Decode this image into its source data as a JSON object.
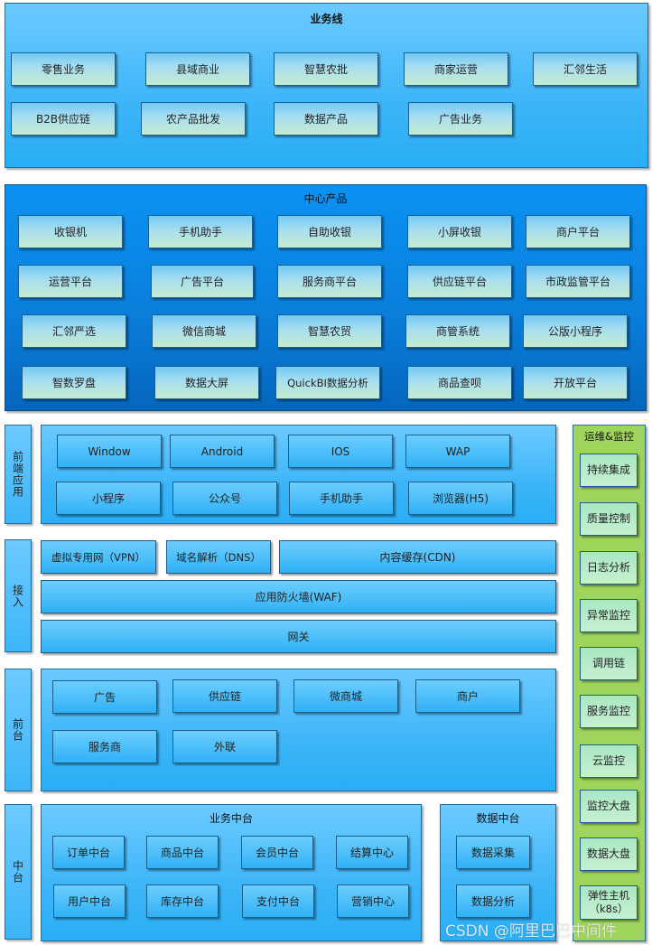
{
  "business_line": {
    "title": "业务线",
    "items": [
      "零售业务",
      "县域商业",
      "智慧农批",
      "商家运营",
      "汇邻生活",
      "B2B供应链",
      "农产品批发",
      "数据产品",
      "广告业务"
    ]
  },
  "center_products": {
    "title": "中心产品",
    "items": [
      "收银机",
      "手机助手",
      "自助收银",
      "小屏收银",
      "商户平台",
      "运营平台",
      "广告平台",
      "服务商平台",
      "供应链平台",
      "市政监管平台",
      "汇邻严选",
      "微信商城",
      "智慧农贸",
      "商管系统",
      "公版小程序",
      "智数罗盘",
      "数据大屏",
      "QuickBI数据分析",
      "商品查呗",
      "开放平台"
    ]
  },
  "frontend_apps": {
    "label": "前端应用",
    "items": [
      "Window",
      "Android",
      "IOS",
      "WAP",
      "小程序",
      "公众号",
      "手机助手",
      "浏览器(H5)"
    ]
  },
  "access": {
    "label": "接入",
    "items": [
      "虚拟专用网（VPN）",
      "域名解析（DNS）",
      "内容缓存(CDN)",
      "应用防火墙(WAF)",
      "网关"
    ]
  },
  "front_office": {
    "label": "前台",
    "items": [
      "广告",
      "供应链",
      "微商城",
      "商户",
      "服务商",
      "外联"
    ]
  },
  "middle_office": {
    "label": "中台",
    "business": {
      "title": "业务中台",
      "items": [
        "订单中台",
        "商品中台",
        "会员中台",
        "结算中心",
        "用户中台",
        "库存中台",
        "支付中台",
        "营销中心"
      ]
    },
    "data": {
      "title": "数据中台",
      "items": [
        "数据采集",
        "数据分析"
      ]
    }
  },
  "ops": {
    "title": "运维&监控",
    "items": [
      "持续集成",
      "质量控制",
      "日志分析",
      "异常监控",
      "调用链",
      "服务监控",
      "云监控",
      "监控大盘",
      "数据大盘",
      "弹性主机\n（k8s）"
    ]
  },
  "watermark": "CSDN @阿里巴巴中间件",
  "colors": {
    "light_panel": "#3db5f8",
    "dark_panel": "#0a7fdc",
    "ops_panel": "#9fd55c",
    "box_green_bottom": "#c4ebcf"
  }
}
